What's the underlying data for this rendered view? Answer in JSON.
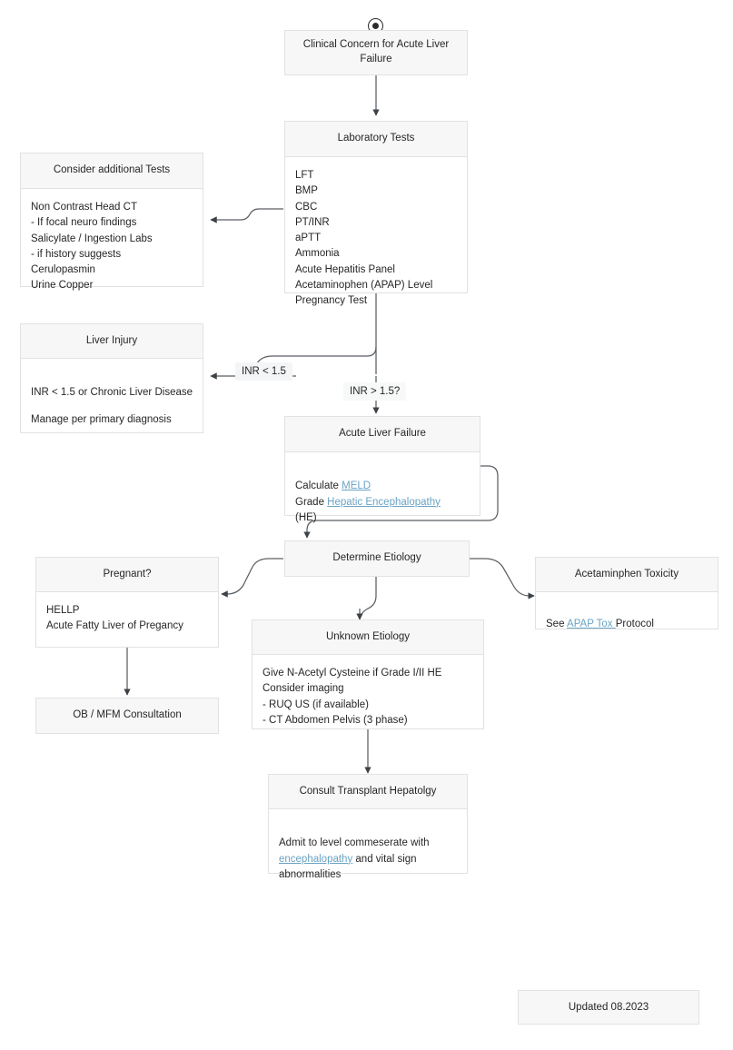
{
  "diagram": {
    "title": "Acute Liver Failure Clinical Pathway",
    "updated_label": "Updated 08.2023",
    "colors": {
      "node_border": "#e2e2e2",
      "node_header_bg": "#f7f7f7",
      "node_body_bg": "#ffffff",
      "edge_stroke": "#5b5f63",
      "link_color": "#6aa3c4",
      "text": "#262626",
      "label_bg": "#f4f5f6"
    },
    "start_marker": "start-circle-icon"
  },
  "nodes": {
    "clinical_concern": {
      "header": "Clinical Concern for\nAcute Liver Failure",
      "body": ""
    },
    "laboratory_tests": {
      "header": "Laboratory Tests",
      "body": "LFT\nBMP\nCBC\nPT/INR\naPTT\nAmmonia\nAcute Hepatitis Panel\nAcetaminophen (APAP) Level\nPregnancy Test",
      "items": [
        "LFT",
        "BMP",
        "CBC",
        "PT/INR",
        "aPTT",
        "Ammonia",
        "Acute Hepatitis Panel",
        "Acetaminophen (APAP) Level",
        "Pregnancy Test"
      ]
    },
    "consider_additional_tests": {
      "header": "Consider additional Tests",
      "body": "Non Contrast Head CT\n- If focal neuro findings\nSalicylate / Ingestion Labs\n- if history suggests\nCerulopasmin\nUrine Copper",
      "items": [
        "Non Contrast Head CT",
        "- If focal neuro findings",
        "Salicylate / Ingestion Labs",
        "- if history suggests",
        "Cerulopasmin",
        "Urine Copper"
      ]
    },
    "liver_injury": {
      "header": "Liver Injury",
      "body_line1": "INR < 1.5 or Chronic Liver Disease",
      "body_line2": "Manage per primary diagnosis"
    },
    "acute_liver_failure": {
      "header": "Acute Liver Failure",
      "body_prefix1": "Calculate ",
      "body_link1": "MELD",
      "body_prefix2": "Grade ",
      "body_link2": "Hepatic Encephalopathy",
      "body_suffix2": "\n(HE)"
    },
    "determine_etiology": {
      "header": "Determine Etiology",
      "body": ""
    },
    "pregnant": {
      "header": "Pregnant?",
      "body": "HELLP\nAcute Fatty Liver of Pregancy",
      "items": [
        "HELLP",
        "Acute Fatty Liver of Pregancy"
      ]
    },
    "ob_mfm": {
      "header": "OB / MFM Consultation",
      "body": ""
    },
    "acetaminophen_toxicity": {
      "header": "Acetaminphen Toxicity",
      "body_prefix": "See ",
      "body_link": "APAP Tox ",
      "body_suffix": "Protocol"
    },
    "unknown_etiology": {
      "header": "Unknown Etiology",
      "body": "Give N-Acetyl Cysteine if Grade I/II HE\nConsider imaging\n- RUQ US (if available)\n- CT Abdomen Pelvis (3 phase)",
      "items": [
        "Give N-Acetyl Cysteine if Grade I/II HE",
        "Consider imaging",
        "- RUQ US (if available)",
        "- CT Abdomen Pelvis (3 phase)"
      ]
    },
    "consult_transplant": {
      "header": "Consult Transplant Hepatolgy",
      "body_prefix": "Admit to level commeserate with\n",
      "body_link": "encephalopathy",
      "body_suffix": " and vital sign\nabnormalities"
    }
  },
  "edge_labels": {
    "inr_less": "INR < 1.5",
    "inr_greater": "INR > 1.5?"
  }
}
